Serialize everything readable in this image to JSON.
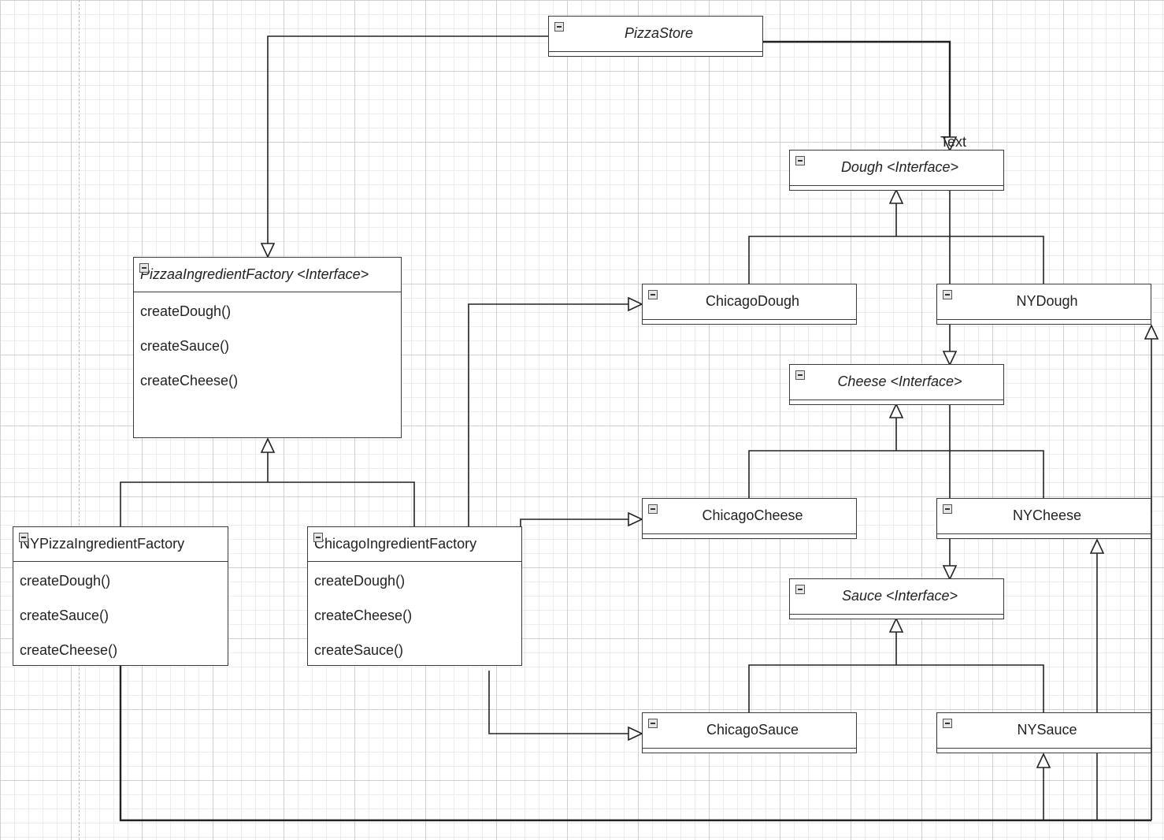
{
  "classes": {
    "pizza_store": {
      "name": "PizzaStore"
    },
    "pizza_ingredient_factory": {
      "name": "PizzaaIngredientFactory <Interface>",
      "methods": [
        "createDough()",
        "createSauce()",
        "createCheese()"
      ]
    },
    "ny_pizza_ingredient_factory": {
      "name": "NYPizzaIngredientFactory",
      "methods": [
        "createDough()",
        "createSauce()",
        "createCheese()"
      ]
    },
    "chicago_ingredient_factory": {
      "name": "ChicagoIngredientFactory",
      "methods": [
        "createDough()",
        "createCheese()",
        "createSauce()"
      ]
    },
    "dough_interface": {
      "name": "Dough <Interface>"
    },
    "chicago_dough": {
      "name": "ChicagoDough"
    },
    "ny_dough": {
      "name": "NYDough"
    },
    "cheese_interface": {
      "name": "Cheese <Interface>"
    },
    "chicago_cheese": {
      "name": "ChicagoCheese"
    },
    "ny_cheese": {
      "name": "NYCheese"
    },
    "sauce_interface": {
      "name": "Sauce <Interface>"
    },
    "chicago_sauce": {
      "name": "ChicagoSauce"
    },
    "ny_sauce": {
      "name": "NYSauce"
    }
  },
  "labels": {
    "stray_text": "Text"
  }
}
